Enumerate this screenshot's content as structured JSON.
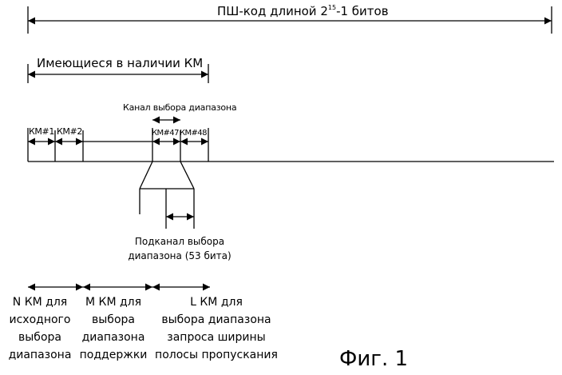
{
  "top": {
    "label_main": "ПШ-код длиной 2",
    "label_sup": "15",
    "label_tail": "-1 битов"
  },
  "available": {
    "label": "Имеющиеся в наличии КМ"
  },
  "range_channel": {
    "label": "Канал выбора диапазона"
  },
  "slots": {
    "km1": "КМ#1",
    "km2": "КМ#2",
    "km47": "КМ#47",
    "km48": "КМ#48"
  },
  "subchannel": {
    "line1": "Подканал выбора",
    "line2": "диапазона (53 бита)"
  },
  "groups": {
    "n": {
      "line1": "N КМ для",
      "line2": "исходного",
      "line3": "выбора",
      "line4": "диапазона"
    },
    "m": {
      "line1": "М КМ для",
      "line2": "выбора",
      "line3": "диапазона",
      "line4": "поддержки"
    },
    "l": {
      "line1": "L КМ для",
      "line2": "выбора диапазона",
      "line3": "запроса ширины",
      "line4": "полосы пропускания"
    }
  },
  "caption": "Фиг. 1"
}
